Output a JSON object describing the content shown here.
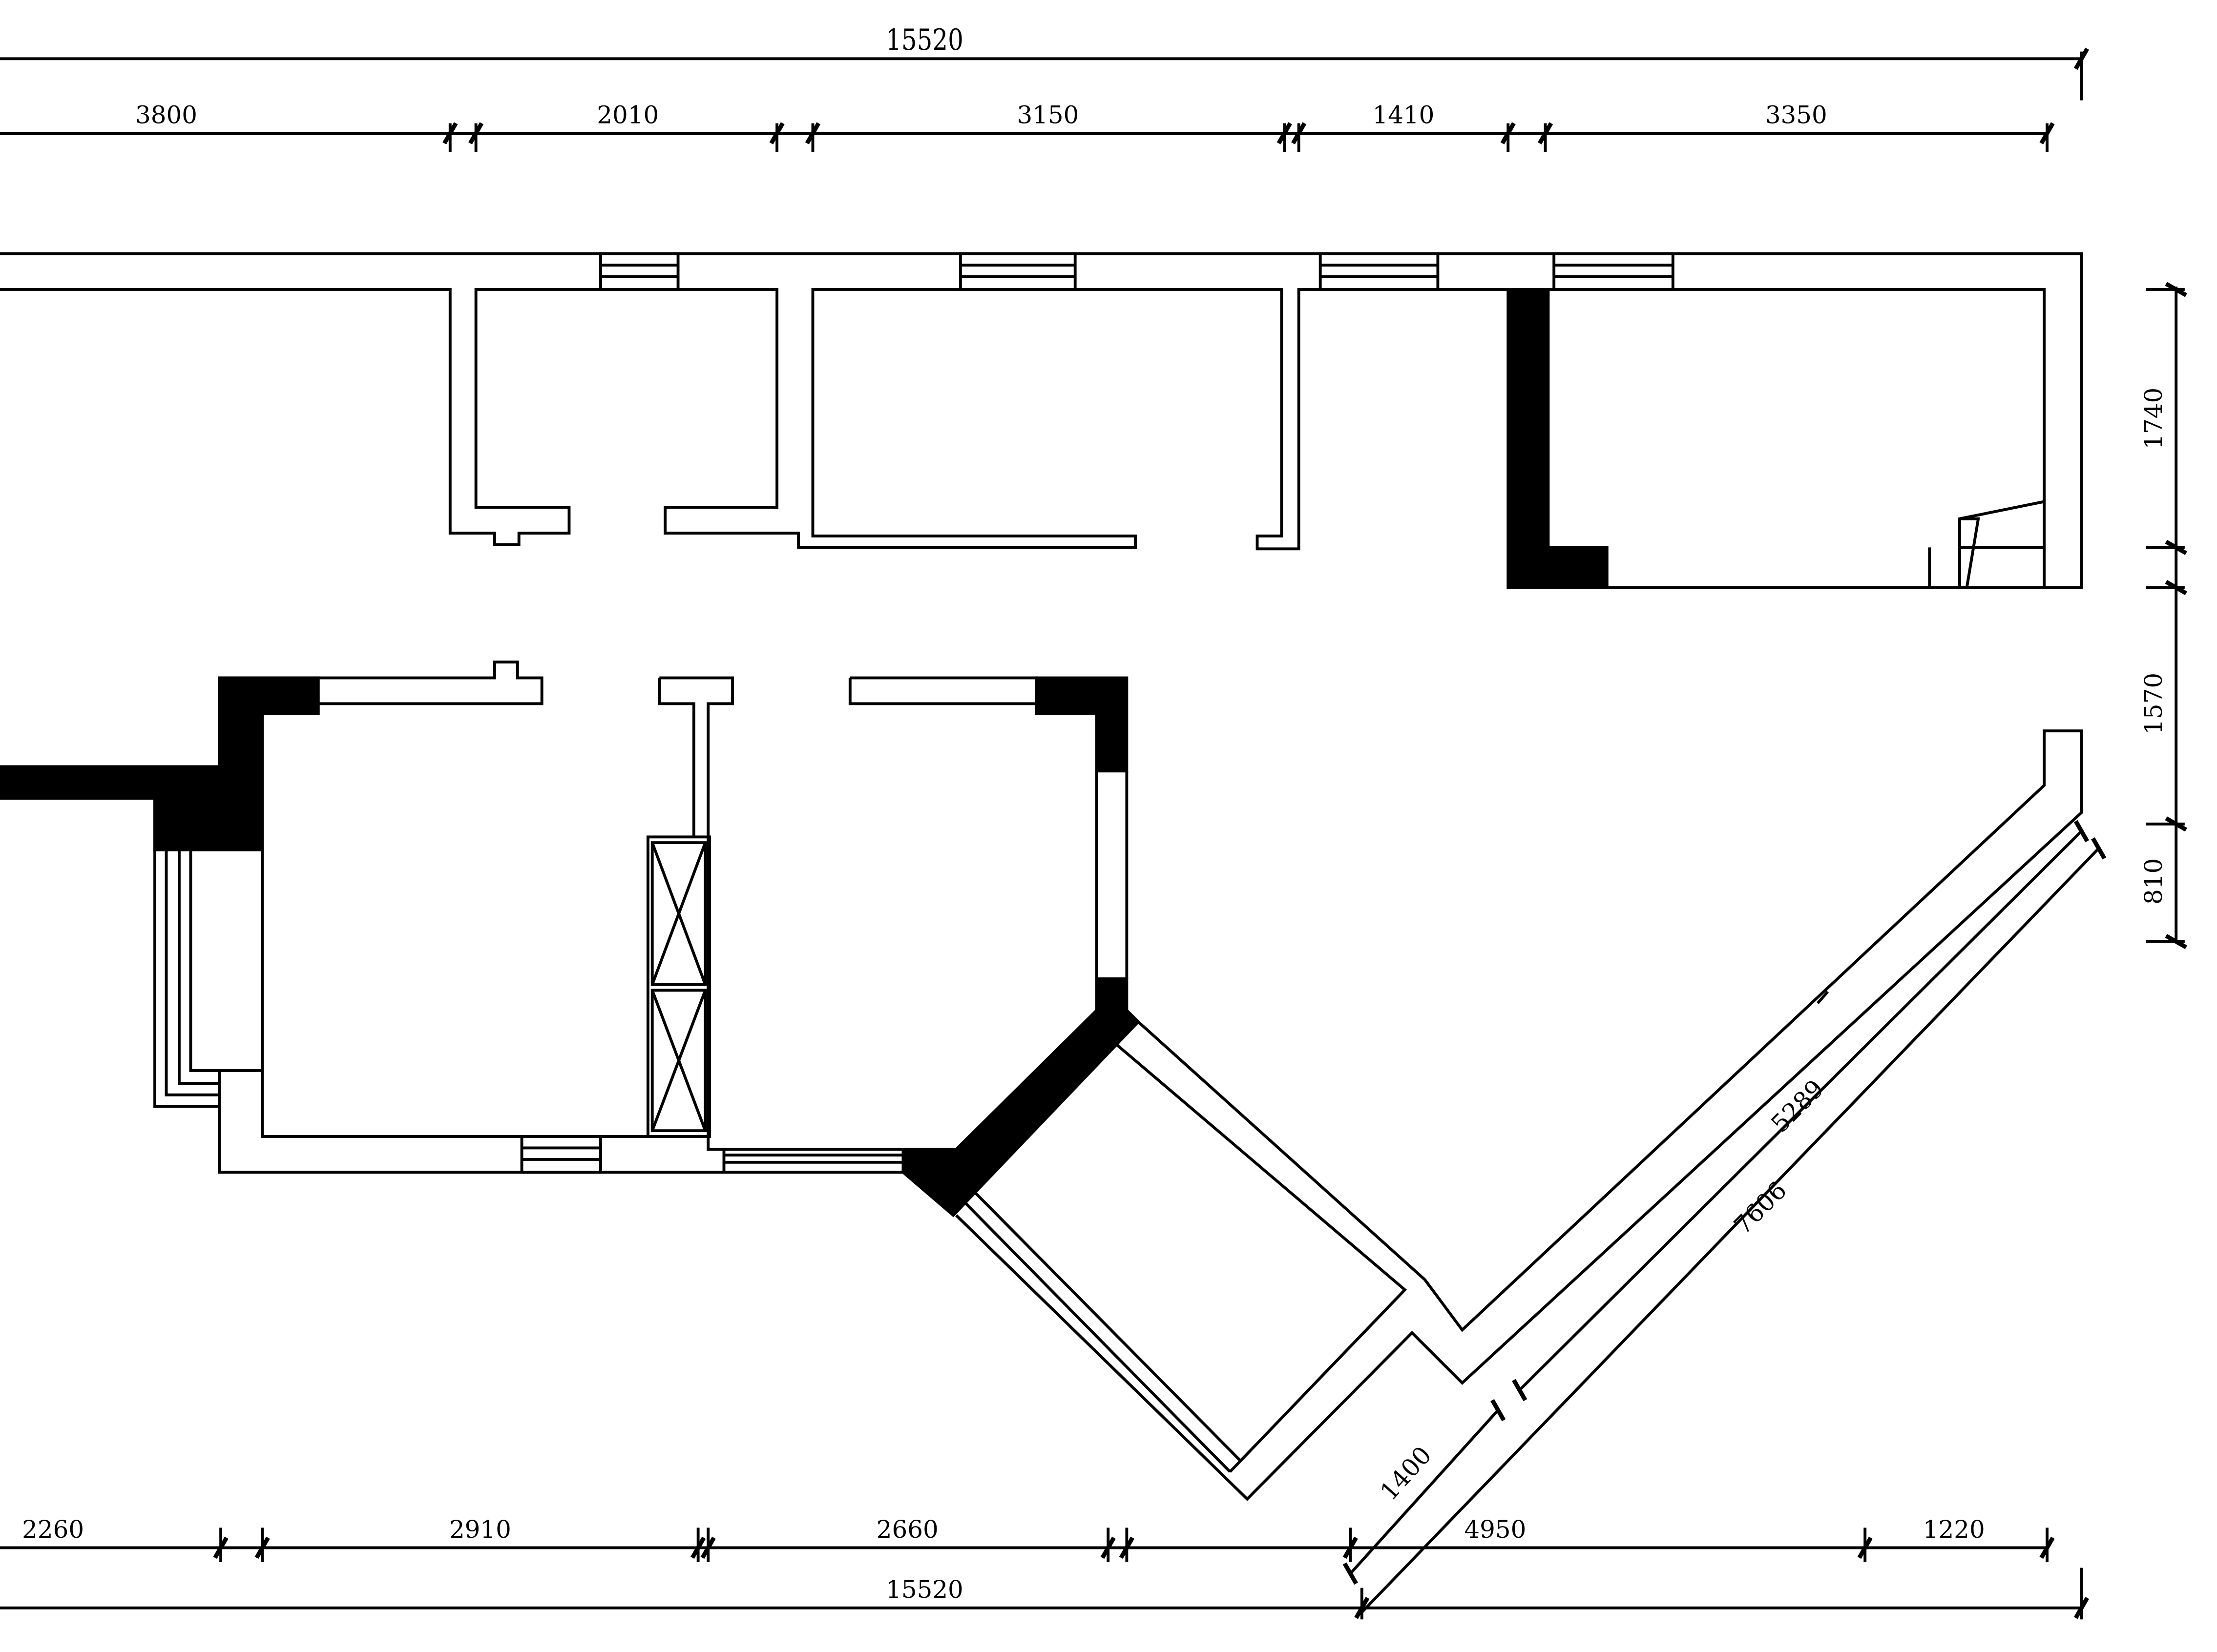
{
  "colors": {
    "line": "#000000",
    "background": "#ffffff",
    "solid_wall": "#000000"
  },
  "dimensions": {
    "top_total": "15520",
    "top_segments": [
      "3800",
      "2010",
      "3150",
      "1410",
      "3350"
    ],
    "right_segments": [
      "1740",
      "1570",
      "810"
    ],
    "bottom_segments": [
      "2260",
      "2910",
      "2660",
      "4950",
      "1220"
    ],
    "bottom_total": "15520",
    "diagonal_inner": "5289",
    "diagonal_outer": "7606",
    "diagonal_short": "1400"
  }
}
